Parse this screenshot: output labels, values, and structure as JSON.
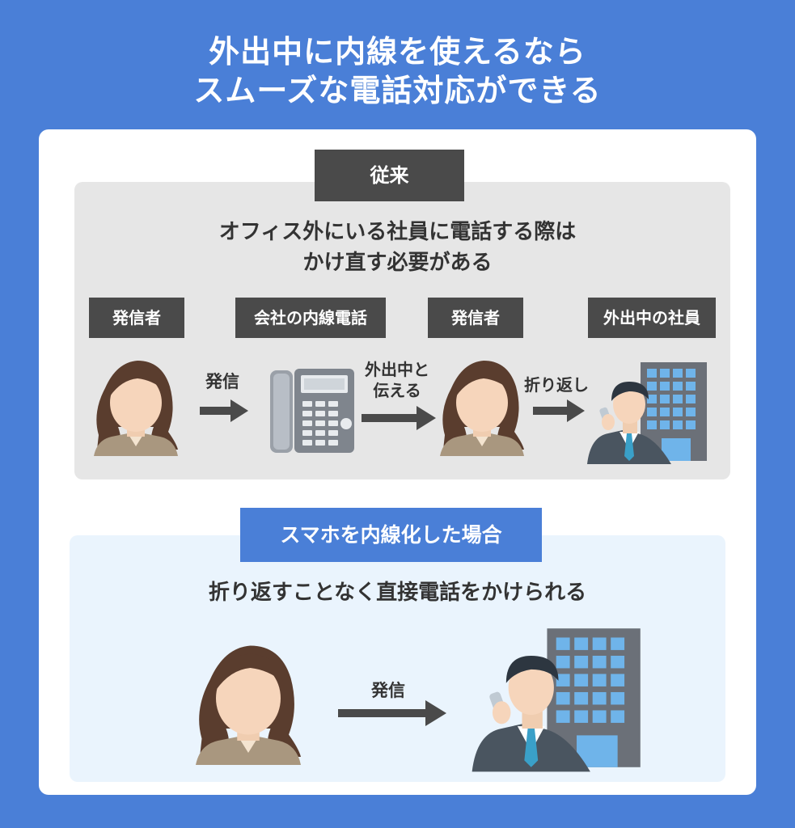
{
  "title": {
    "line1": "外出中に内線を使えるなら",
    "line2": "スムーズな電話対応ができる"
  },
  "conventional": {
    "tag": "従来",
    "heading_line1": "オフィス外にいる社員に電話する際は",
    "heading_line2": "かけ直す必要がある",
    "labels": [
      "発信者",
      "会社の内線電話",
      "発信者",
      "外出中の社員"
    ],
    "arrow1_text": "発信",
    "arrow2_line1": "外出中と",
    "arrow2_line2": "伝える",
    "arrow3_text": "折り返し"
  },
  "smartphone": {
    "tag": "スマホを内線化した場合",
    "heading": "折り返すことなく直接電話をかけられる",
    "arrow_text": "発信"
  },
  "colors": {
    "background": "#4a7fd7",
    "dark_tag": "#4a4a4a",
    "conventional_panel": "#e6e6e6",
    "smartphone_panel": "#eaf4fd"
  }
}
